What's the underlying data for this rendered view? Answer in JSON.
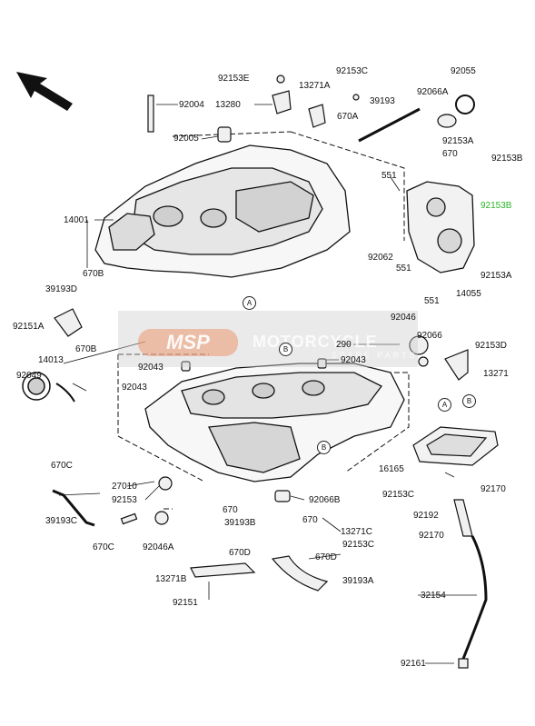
{
  "labels": {
    "l92153E": "92153E",
    "l92153C_top": "92153C",
    "l92055": "92055",
    "l92004": "92004",
    "l13280": "13280",
    "l13271A": "13271A",
    "l39193": "39193",
    "l92066A": "92066A",
    "l92005": "92005",
    "l670A": "670A",
    "l92153A_top": "92153A",
    "l670_top": "670",
    "l92153B": "92153B",
    "l551_top": "551",
    "l14001": "14001",
    "l92153B_hl": "92153B",
    "l670B_a": "670B",
    "l92062": "92062",
    "l551_mid": "551",
    "l39193D": "39193D",
    "l92153A_r": "92153A",
    "l551_bot": "551",
    "l14055": "14055",
    "l92151A": "92151A",
    "l670B_b": "670B",
    "l92046": "92046",
    "l14013": "14013",
    "l290": "290",
    "l92066": "92066",
    "l92153D": "92153D",
    "l92049": "92049",
    "l92043_a": "92043",
    "l92043_b": "92043",
    "l92043_c": "92043",
    "l13271": "13271",
    "l16165": "16165",
    "l670C_a": "670C",
    "l27010": "27010",
    "l92153": "92153",
    "l92066B": "92066B",
    "l92153C_mid": "92153C",
    "l92170_a": "92170",
    "l670_mid": "670",
    "l39193B": "39193B",
    "l670_mid2": "670",
    "l92192": "92192",
    "l39193C": "39193C",
    "l670C_b": "670C",
    "l92046A": "92046A",
    "l13271C": "13271C",
    "l92153C_low": "92153C",
    "l92170_b": "92170",
    "l670D_a": "670D",
    "l670D_b": "670D",
    "l13271B": "13271B",
    "l39193A": "39193A",
    "l32154": "32154",
    "l92151": "92151",
    "l92161": "92161"
  },
  "refs": {
    "a1": "A",
    "a2": "A",
    "b1": "B",
    "b2": "B",
    "b3": "B"
  },
  "watermark": {
    "logo": "MSP",
    "text": "MOTORCYCLE",
    "sub": "SPARE PARTS"
  },
  "colors": {
    "highlight": "#28b528",
    "line": "#111111"
  }
}
